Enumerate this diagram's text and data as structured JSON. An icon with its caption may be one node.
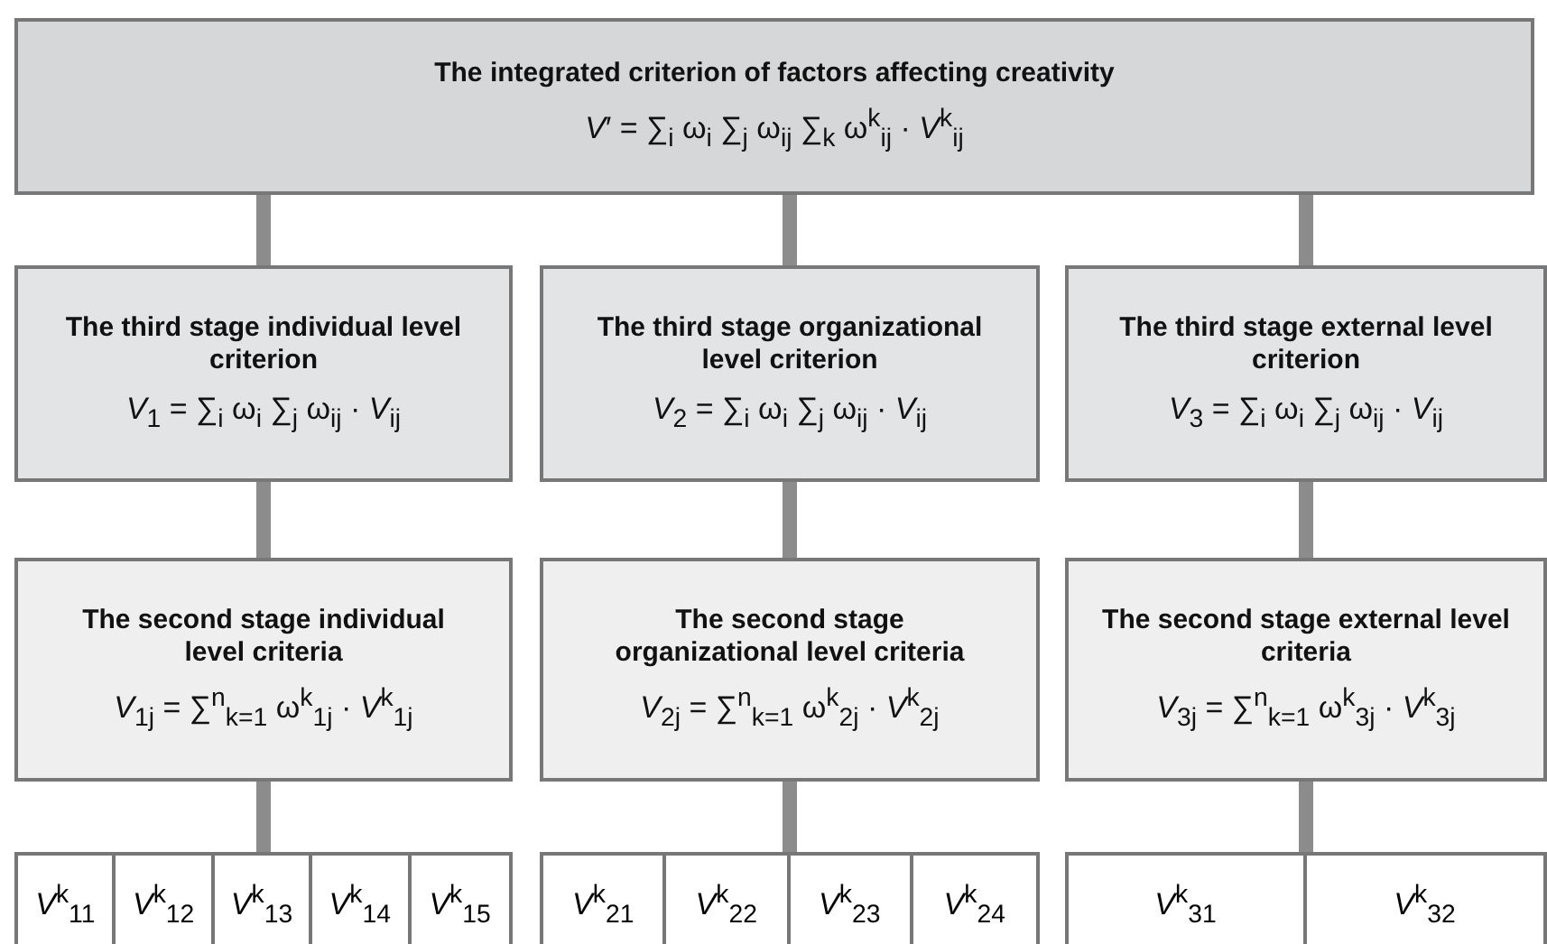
{
  "diagram": {
    "nodes": [
      {
        "text": [
          "The integrated criterion of factors affecting creativity",
          "*V*′ = ∑$_{i}$ ω$_{i}$ ∑$_{j}$ ω$_{ij}$ ∑$_{k}$ ω$^{k}$$_{ij}$ · *V*$^{k}$$_{ij}$"
        ]
      },
      {
        "text": [
          "The third stage individual level criterion",
          "*V*$_{1}$ = ∑$_{i}$ ω$_{i}$ ∑$_{j}$ ω$_{ij}$ · *V*$_{ij}$"
        ]
      },
      {
        "text": [
          "The third stage organizational level criterion",
          "*V*$_{2}$ = ∑$_{i}$ ω$_{i}$ ∑$_{j}$ ω$_{ij}$ · *V*$_{ij}$"
        ]
      },
      {
        "text": [
          "The third stage external level criterion",
          "*V*$_{3}$ = ∑$_{i}$ ω$_{i}$ ∑$_{j}$ ω$_{ij}$ · *V*$_{ij}$"
        ]
      },
      {
        "text": [
          "The second stage individual level criteria",
          "*V*$_{1j}$ = ∑$^{n}$$_{k=1}$ ω$^{k}$$_{1j}$ · *V*$^{k}$$_{1j}$"
        ]
      },
      {
        "text": [
          "The second stage organizational level criteria",
          "*V*$_{2j}$ = ∑$^{n}$$_{k=1}$ ω$^{k}$$_{2j}$ · *V*$^{k}$$_{2j}$"
        ]
      },
      {
        "text": [
          "The second stage external level criteria",
          "*V*$_{3j}$ = ∑$^{n}$$_{k=1}$ ω$^{k}$$_{3j}$ · *V*$^{k}$$_{3j}$"
        ]
      },
      {
        "text": [],
        "shape": "box"
      },
      {
        "text": [],
        "shape": "box"
      },
      {
        "text": [],
        "shape": "box"
      },
      {
        "text": [
          "*V*$^{k}$$_{11}$"
        ],
        "in": 7
      },
      {
        "text": [
          "*V*$^{k}$$_{12}$"
        ],
        "in": 7
      },
      {
        "text": [
          "*V*$^{k}$$_{13}$"
        ],
        "in": 7
      },
      {
        "text": [
          "*V*$^{k}$$_{14}$"
        ],
        "in": 7
      },
      {
        "text": [
          "*V*$^{k}$$_{15}$"
        ],
        "in": 7
      },
      {
        "text": [
          "*V*$^{k}$$_{21}$"
        ],
        "in": 8
      },
      {
        "text": [
          "*V*$^{k}$$_{22}$"
        ],
        "in": 8
      },
      {
        "text": [
          "*V*$^{k}$$_{23}$"
        ],
        "in": 8
      },
      {
        "text": [
          "*V*$^{k}$$_{24}$"
        ],
        "in": 8
      },
      {
        "text": [
          "*V*$^{k}$$_{31}$"
        ],
        "in": 9
      },
      {
        "text": [
          "*V*$^{k}$$_{32}$"
        ],
        "in": 9
      }
    ],
    "edges": [
      {
        "from": 0,
        "to": 1,
        "arrow": "none"
      },
      {
        "from": 0,
        "to": 2,
        "arrow": "none"
      },
      {
        "from": 0,
        "to": 3,
        "arrow": "none"
      },
      {
        "from": 1,
        "to": 4,
        "arrow": "none"
      },
      {
        "from": 2,
        "to": 5,
        "arrow": "none"
      },
      {
        "from": 3,
        "to": 6,
        "arrow": "none"
      },
      {
        "from": 4,
        "to": 7,
        "arrow": "none"
      },
      {
        "from": 5,
        "to": 8,
        "arrow": "none"
      },
      {
        "from": 6,
        "to": 9,
        "arrow": "none"
      }
    ]
  }
}
